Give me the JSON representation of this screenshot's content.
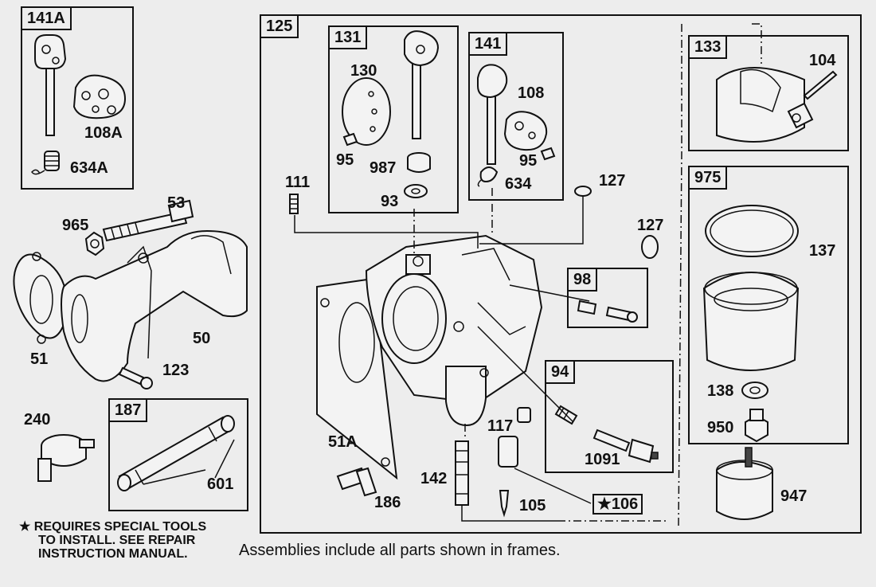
{
  "frames": {
    "f141a": "141A",
    "f125": "125",
    "f131": "131",
    "f141": "141",
    "f133": "133",
    "f975": "975",
    "f98": "98",
    "f94": "94",
    "f187": "187"
  },
  "labels": {
    "p108a": "108A",
    "p634a": "634A",
    "p53": "53",
    "p965": "965",
    "p51": "51",
    "p50": "50",
    "p123": "123",
    "p240": "240",
    "p601": "601",
    "p130": "130",
    "p95a": "95",
    "p987": "987",
    "p93": "93",
    "p108": "108",
    "p95b": "95",
    "p634": "634",
    "p111": "111",
    "p127a": "127",
    "p127b": "127",
    "p104": "104",
    "p137": "137",
    "p138": "138",
    "p950": "950",
    "p947": "947",
    "p117": "117",
    "p1091": "1091",
    "p51a": "51A",
    "p142": "142",
    "p105": "105",
    "p106": "★106",
    "p186": "186"
  },
  "notes": {
    "special_tools": [
      "★ REQUIRES SPECIAL TOOLS",
      "TO INSTALL.  SEE REPAIR",
      "INSTRUCTION MANUAL."
    ],
    "assemblies": "Assemblies include all parts shown in frames."
  }
}
